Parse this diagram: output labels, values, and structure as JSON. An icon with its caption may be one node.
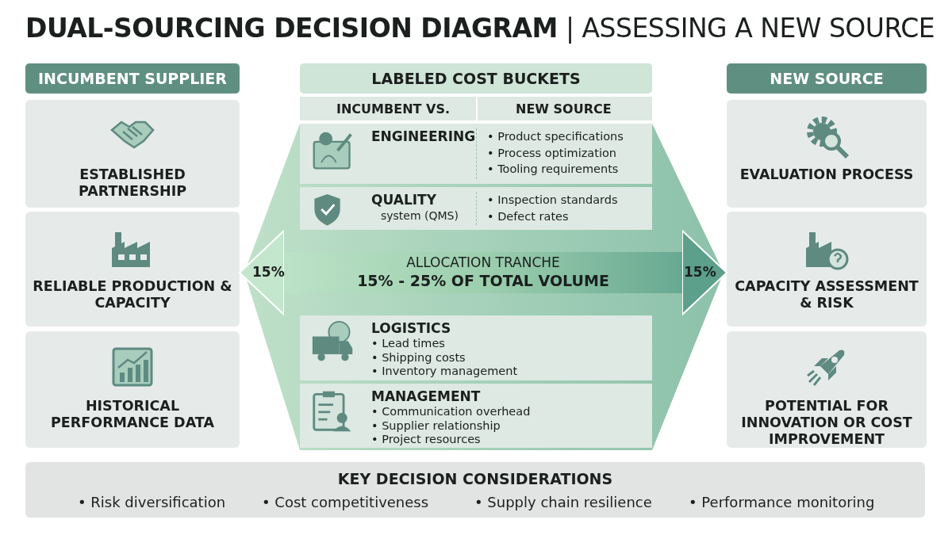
{
  "diagram": {
    "title": "**DUAL-SOURCING DECISION DIAGRAM** | ASSESSING A NEW SOURCE",
    "nodes": [
      {
        "text": [
          "INCUMBENT SUPPLIER"
        ]
      },
      {
        "text": [
          "ESTABLISHED PARTNERSHIP"
        ]
      },
      {
        "text": [
          "RELIABLE PRODUCTION & CAPACITY"
        ]
      },
      {
        "text": [
          "HISTORICAL PERFORMANCE DATA"
        ]
      },
      {
        "text": [
          "LABELED COST BUCKETS"
        ]
      },
      {
        "text": [
          "INCUMBENT VS.",
          "NEW SOURCE"
        ]
      },
      {
        "text": [
          "ENGINEERING",
          "• Product specifications",
          "• Process optimization",
          "• Tooling requirements"
        ]
      },
      {
        "text": [
          "QUALITY",
          "system (QMS)",
          "• Inspection standards",
          "• Defect rates"
        ]
      },
      {
        "text": [
          "LOGISTICS",
          "• Lead times",
          "• Shipping costs",
          "• Inventory management"
        ]
      },
      {
        "text": [
          "MANAGEMENT",
          "• Communication overhead",
          "• Supplier relationship",
          "• Project resources"
        ]
      },
      {
        "text": [
          "NEW SOURCE"
        ]
      },
      {
        "text": [
          "EVALUATION PROCESS"
        ]
      },
      {
        "text": [
          "CAPACITY ASSESSMENT & RISK"
        ]
      },
      {
        "text": [
          "POTENTIAL FOR INNOVATION OR COST IMPROVEMENT"
        ]
      },
      {
        "text": [
          "KEY DECISION CONSIDERATIONS",
          "• Risk diversification",
          "• Cost competitiveness",
          "• Supply chain resilience",
          "• Performance monitoring"
        ]
      }
    ],
    "edges": [
      {
        "from": 2,
        "to": 12,
        "arrow": "both",
        "label": "ALLOCATION TRANCHE **15% - 25% OF TOTAL VOLUME**"
      }
    ],
    "labels": [
      "15%",
      "15%"
    ]
  }
}
